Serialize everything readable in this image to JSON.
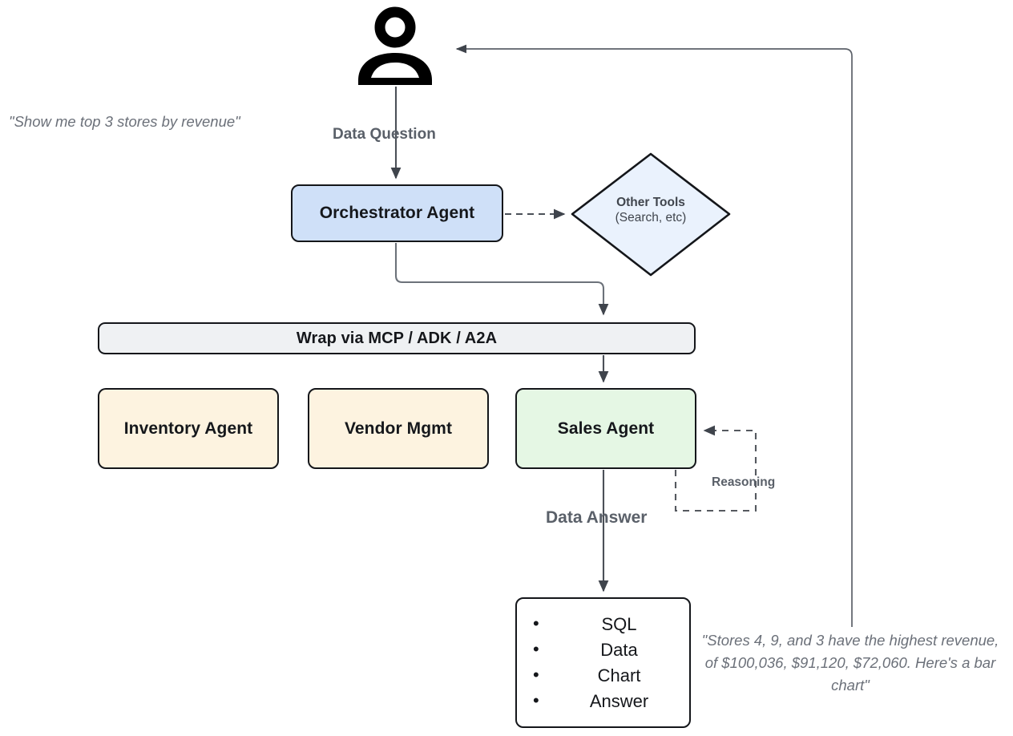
{
  "diagram": {
    "title": "Multi-agent data question orchestration flow",
    "colors": {
      "orchestrator_fill": "#cfe0f8",
      "tools_fill": "#eaf2fd",
      "wrap_fill": "#eff1f3",
      "agent_fill": "#fdf3e0",
      "sales_fill": "#e5f7e4",
      "output_fill": "#ffffff",
      "stroke": "#14161a",
      "edge": "#3f444c",
      "muted_text": "#6b7079"
    },
    "actor": {
      "icon": "person-icon",
      "quote": "\"Show me top 3 stores by revenue\""
    },
    "nodes": {
      "orchestrator": {
        "label": "Orchestrator Agent"
      },
      "other_tools": {
        "title": "Other Tools",
        "subtitle": "(Search, etc)"
      },
      "wrap": {
        "label": "Wrap via MCP / ADK / A2A"
      },
      "inventory": {
        "label": "Inventory Agent"
      },
      "vendor": {
        "label": "Vendor Mgmt"
      },
      "sales": {
        "label": "Sales Agent"
      },
      "output": {
        "items": [
          "SQL",
          "Data",
          "Chart",
          "Answer"
        ]
      }
    },
    "edges": {
      "data_question": "Data Question",
      "data_answer": "Data Answer",
      "reasoning": "Reasoning"
    },
    "answer_quote": "\"Stores 4, 9, and 3 have the highest revenue, of $100,036, $91,120, $72,060. Here's a bar chart\""
  }
}
